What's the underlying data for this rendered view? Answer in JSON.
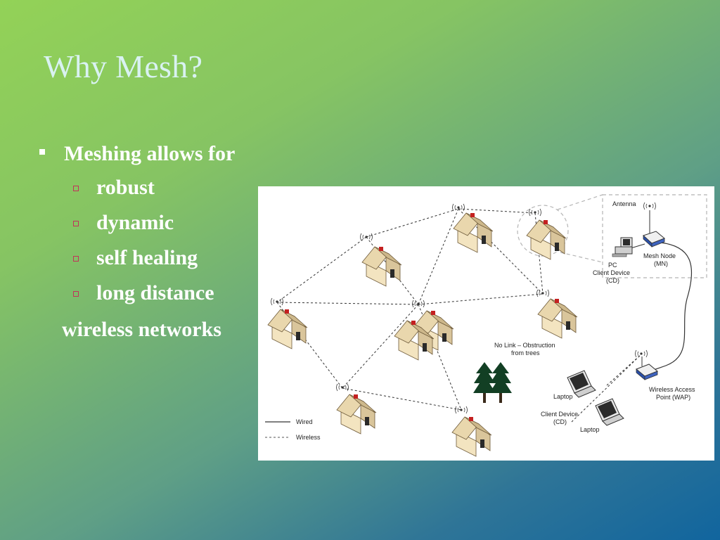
{
  "slide": {
    "title": "Why Mesh?",
    "bullet_main": "Meshing allows for",
    "sub_bullets": [
      "robust",
      "dynamic",
      "self healing",
      "long distance"
    ],
    "tail": "wireless networks"
  },
  "diagram": {
    "labels": {
      "antenna": "Antenna",
      "pc": "PC",
      "client_device_1": "Client Device",
      "cd_1": "(CD)",
      "mesh_node": "Mesh Node",
      "mn": "(MN)",
      "no_link_1": "No Link – Obstruction",
      "no_link_2": "from trees",
      "wap_1": "Wireless Access",
      "wap_2": "Point (WAP)",
      "laptop_1": "Laptop",
      "client_device_2": "Client Device",
      "cd_2": "(CD)",
      "laptop_2": "Laptop",
      "legend_wired": "Wired",
      "legend_wireless": "Wireless"
    }
  },
  "colors": {
    "title": "#d9f2f2",
    "text": "#ffffff",
    "sub_marker": "#c2325a",
    "house_wall": "#f2e2bd",
    "house_roof": "#d8c49a",
    "tree": "#0f3d22",
    "device_blue": "#2a4fa8"
  }
}
